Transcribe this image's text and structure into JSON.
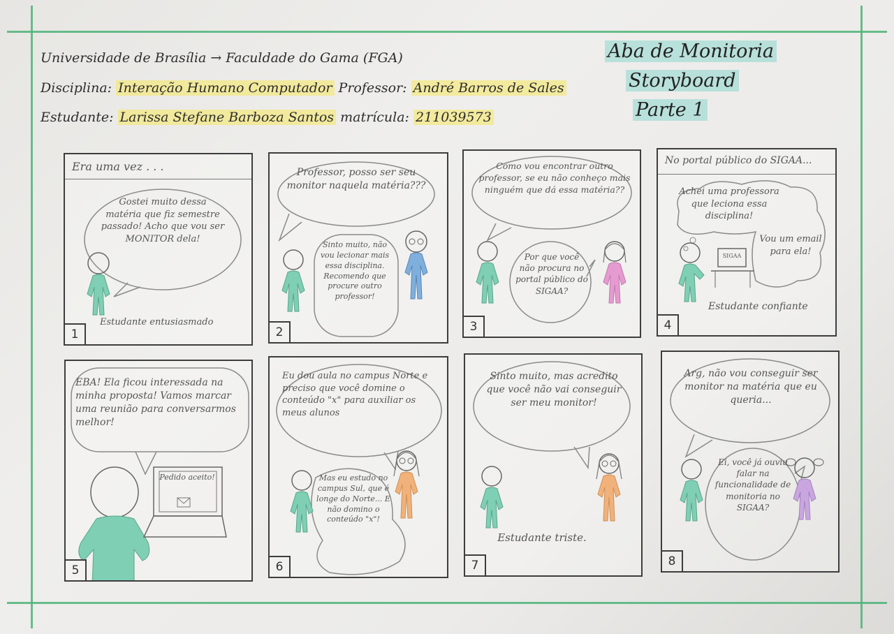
{
  "header": {
    "line1": "Universidade de Brasília → Faculdade do Gama (FGA)",
    "line2_prefix": "Disciplina:",
    "line2_subject": "Interação Humano Computador",
    "line2_prof_label": "Professor:",
    "line2_prof": "André Barros de Sales",
    "line3_prefix": "Estudante:",
    "line3_student": "Larissa Stefane Barboza Santos",
    "line3_mat_label": "matrícula:",
    "line3_mat": "211039573"
  },
  "title": {
    "line1": "Aba de Monitoria",
    "line2": "Storyboard",
    "line3": "Parte 1"
  },
  "panels": [
    {
      "number": "1",
      "narration": "Era uma vez . . .",
      "bubble": "Gostei muito dessa matéria que fiz semestre passado! Acho que vou ser MONITOR dela!",
      "caption": "Estudante entusiasmado"
    },
    {
      "number": "2",
      "bubble": "Professor, posso ser seu monitor naquela matéria???",
      "reply": "Sinto muito, não vou lecionar mais essa disciplina. Recomendo que procure outro professor!"
    },
    {
      "number": "3",
      "bubble": "Como vou encontrar outro professor, se eu não conheço mais ninguém que dá essa matéria??",
      "reply": "Por que você não procura no portal público do SIGAA?"
    },
    {
      "number": "4",
      "narration": "No portal público do SIGAA...",
      "thought": "Achei uma professora que leciona essa disciplina!",
      "thought2": "Vou um email para ela!",
      "screen": "SIGAA",
      "caption": "Estudante confiante"
    },
    {
      "number": "5",
      "bubble": "EBA! Ela ficou interessada na minha proposta! Vamos marcar uma reunião para conversarmos melhor!",
      "screen": "Pedido aceito!"
    },
    {
      "number": "6",
      "bubble": "Eu dou aula no campus Norte e preciso que você domine o conteúdo \"x\" para auxiliar os meus alunos",
      "reply": "Mas eu estudo no campus Sul, que é longe do Norte... E não domino o conteúdo \"x\"!"
    },
    {
      "number": "7",
      "bubble": "Sinto muito, mas acredito que você não vai conseguir ser meu monitor!",
      "caption": "Estudante triste."
    },
    {
      "number": "8",
      "bubble": "Arg, não vou conseguir ser monitor na matéria que eu queria...",
      "reply": "Ei, você já ouviu falar na funcionalidade de monitoria no SIGAA?"
    }
  ],
  "colors": {
    "green_line": "#4fb37a",
    "student": "#7fcfb5",
    "prof_blue": "#7fb0dd",
    "prof_pink": "#e59ad0",
    "prof_orange": "#f0b27a",
    "girl_purple": "#c9a6e0",
    "highlight_yellow": "#f6e85c"
  }
}
